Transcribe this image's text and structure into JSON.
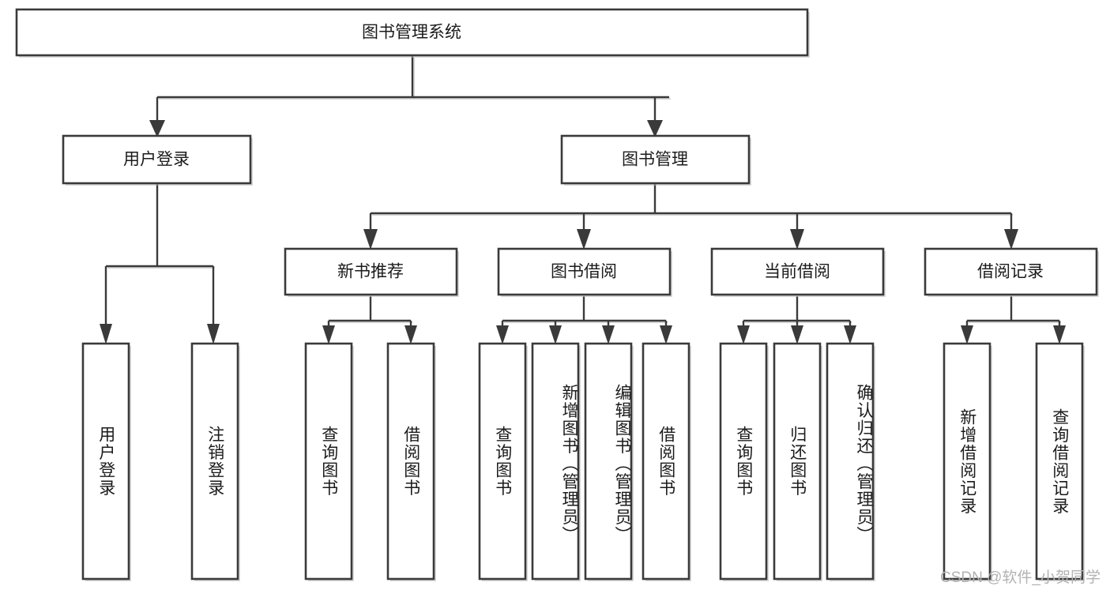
{
  "diagram": {
    "title": "图书管理系统",
    "type": "tree-hierarchy-chart",
    "root": {
      "id": "root",
      "label": "图书管理系统"
    },
    "level2": [
      {
        "id": "user-login",
        "label": "用户登录"
      },
      {
        "id": "book-manage",
        "label": "图书管理"
      }
    ],
    "level3": [
      {
        "id": "new-book-recommend",
        "label": "新书推荐",
        "parent": "book-manage"
      },
      {
        "id": "book-borrow",
        "label": "图书借阅",
        "parent": "book-manage"
      },
      {
        "id": "current-borrow",
        "label": "当前借阅",
        "parent": "book-manage"
      },
      {
        "id": "borrow-record",
        "label": "借阅记录",
        "parent": "book-manage"
      }
    ],
    "leaves": [
      {
        "id": "leaf-user-login",
        "label": "用户登录",
        "parent": "user-login"
      },
      {
        "id": "leaf-user-logout",
        "label": "注销登录",
        "parent": "user-login"
      },
      {
        "id": "leaf-query-book-1",
        "label": "查询图书",
        "parent": "new-book-recommend"
      },
      {
        "id": "leaf-borrow-book-1",
        "label": "借阅图书",
        "parent": "new-book-recommend"
      },
      {
        "id": "leaf-query-book-2",
        "label": "查询图书",
        "parent": "book-borrow"
      },
      {
        "id": "leaf-add-book",
        "label": "新增图书（管理员）",
        "parent": "book-borrow"
      },
      {
        "id": "leaf-edit-book",
        "label": "编辑图书（管理员）",
        "parent": "book-borrow"
      },
      {
        "id": "leaf-borrow-book-2",
        "label": "借阅图书",
        "parent": "book-borrow"
      },
      {
        "id": "leaf-query-book-3",
        "label": "查询图书",
        "parent": "current-borrow"
      },
      {
        "id": "leaf-return-book",
        "label": "归还图书",
        "parent": "current-borrow"
      },
      {
        "id": "leaf-confirm-return",
        "label": "确认归还（管理员）",
        "parent": "current-borrow"
      },
      {
        "id": "leaf-add-record",
        "label": "新增借阅记录",
        "parent": "borrow-record"
      },
      {
        "id": "leaf-query-record",
        "label": "查询借阅记录",
        "parent": "borrow-record"
      }
    ],
    "colors": {
      "box_stroke": "#3a3a3a",
      "box_fill": "#ffffff",
      "connector": "#3a3a3a",
      "text": "#1b1b1b",
      "watermark": "#b2b2b2",
      "background": "#ffffff"
    }
  },
  "watermark": {
    "text": "CSDN @软件_小贺同学"
  }
}
